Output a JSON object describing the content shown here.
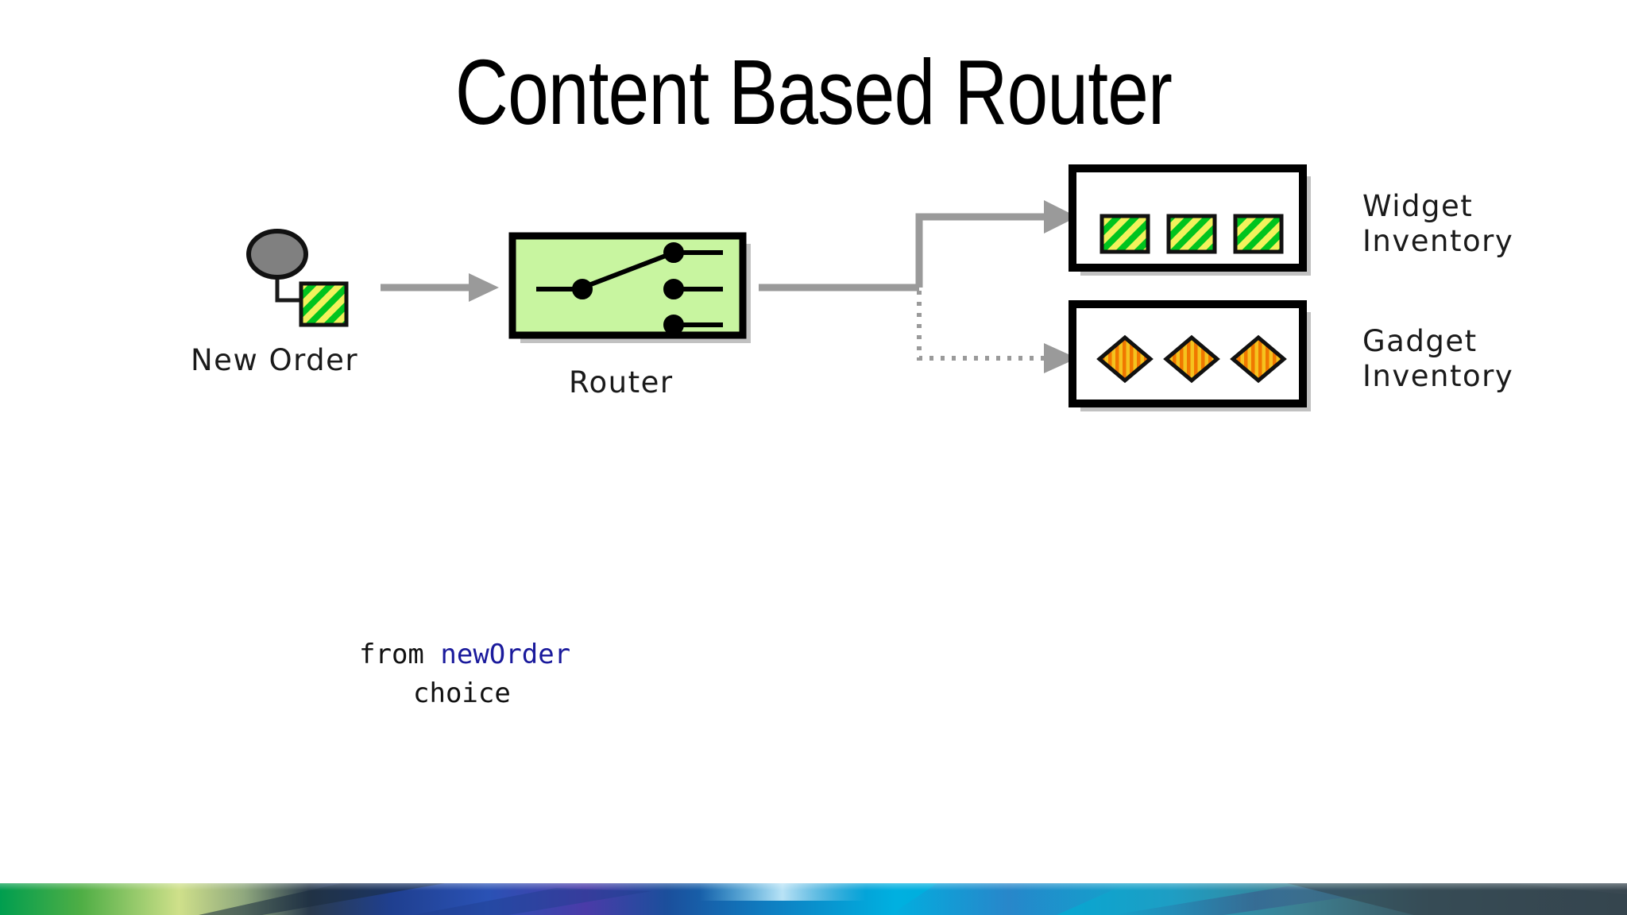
{
  "slide": {
    "title": "Content Based Router",
    "background_color": "#ffffff"
  },
  "diagram": {
    "type": "enterprise-integration-pattern",
    "source": {
      "label": "New Order",
      "icon": "message-icon",
      "bulb_color": "#808080",
      "payload_colors": [
        "#00c41e",
        "#f2f25c"
      ]
    },
    "processor": {
      "label": "Router",
      "icon": "switch-icon",
      "fill_color": "#c8f5a0",
      "border_color": "#000000",
      "contacts": 3,
      "active_contact": 1
    },
    "destinations": [
      {
        "label_line1": "Widget",
        "label_line2": "Inventory",
        "item_shape": "square",
        "item_count": 3,
        "item_colors": [
          "#00c41e",
          "#f2f25c"
        ],
        "connector": "solid",
        "active": true
      },
      {
        "label_line1": "Gadget",
        "label_line2": "Inventory",
        "item_shape": "diamond",
        "item_count": 3,
        "item_colors": [
          "#f07800",
          "#f5c21e"
        ],
        "connector": "dotted",
        "active": false
      }
    ],
    "connector_color": "#9a9a9a"
  },
  "code": {
    "line1_keyword": "from",
    "line1_identifier": "newOrder",
    "line2": "choice",
    "keyword_color": "#111111",
    "identifier_color": "#1a1a9c"
  },
  "band": {
    "name": "footer-gradient-band",
    "stops": [
      "#009e4f",
      "#7ec242",
      "#cfe08a",
      "#2a3b4d",
      "#1f3f8f",
      "#2a52b5",
      "#6b2fa0",
      "#0f5fa8",
      "#00a9d6",
      "#00b8e0",
      "#1e93b8",
      "#3d5a66",
      "#2f3f47",
      "#3a464d"
    ]
  }
}
